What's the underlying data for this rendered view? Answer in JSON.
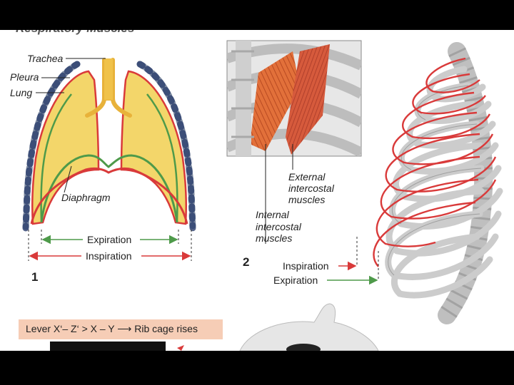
{
  "header": {
    "title": "Respiratory Muscles"
  },
  "figure1": {
    "number": "1",
    "labels": {
      "trachea": "Trachea",
      "pleura": "Pleura",
      "lung": "Lung",
      "diaphragm": "Diaphragm",
      "expiration": "Expiration",
      "inspiration": "Inspiration"
    }
  },
  "figure2": {
    "number": "2",
    "labels": {
      "external_l1": "External",
      "external_l2": "intercostal",
      "external_l3": "muscles",
      "internal_l1": "Internal",
      "internal_l2": "intercostal",
      "internal_l3": "muscles",
      "inspiration": "Inspiration",
      "expiration": "Expiration"
    }
  },
  "lever_caption": "Lever X‘– Z‘ > X – Y  ⟶ Rib cage rises",
  "colors": {
    "lung_fill": "#f3d66a",
    "pleura_red": "#d93a3a",
    "diaphragm_green": "#4e9a4a",
    "muscle_orange": "#e2703a",
    "rib_gray": "#c9c9c9",
    "caption_bg": "#f6cdb6"
  }
}
